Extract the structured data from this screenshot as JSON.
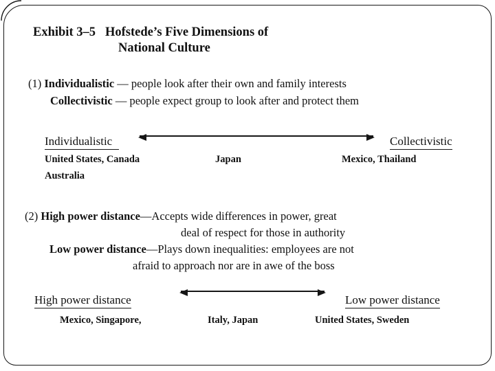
{
  "colors": {
    "text": "#111111",
    "border": "#161616",
    "background": "#ffffff"
  },
  "slide": {
    "exhibit_label": "Exhibit 3–5",
    "title_line1": "Hofstede’s Five Dimensions of",
    "title_line2": "National Culture"
  },
  "dimension1": {
    "number": "(1)",
    "term_a": "Individualistic",
    "desc_a": " — people look after their own and family interests",
    "term_b": "Collectivistic",
    "desc_b": " — people expect group to look after and protect them",
    "scale": {
      "left_label": "Individualistic",
      "right_label": "Collectivistic",
      "left_countries_line1": "United States, Canada",
      "left_countries_line2": "Australia",
      "middle_countries": "Japan",
      "right_countries": "Mexico, Thailand"
    }
  },
  "dimension2": {
    "number": "(2)",
    "term_a": "High power distance",
    "desc_a_line1": "—Accepts wide differences in power, great",
    "desc_a_line2": "deal of respect for those in authority",
    "term_b": "Low power distance",
    "desc_b_line1": "—Plays down inequalities: employees are not",
    "desc_b_line2": "afraid to approach nor are in awe of the boss",
    "scale": {
      "left_label": "High power distance",
      "right_label": "Low power distance",
      "left_countries": "Mexico, Singapore,",
      "middle_countries": "Italy, Japan",
      "right_countries": "United States, Sweden"
    }
  }
}
